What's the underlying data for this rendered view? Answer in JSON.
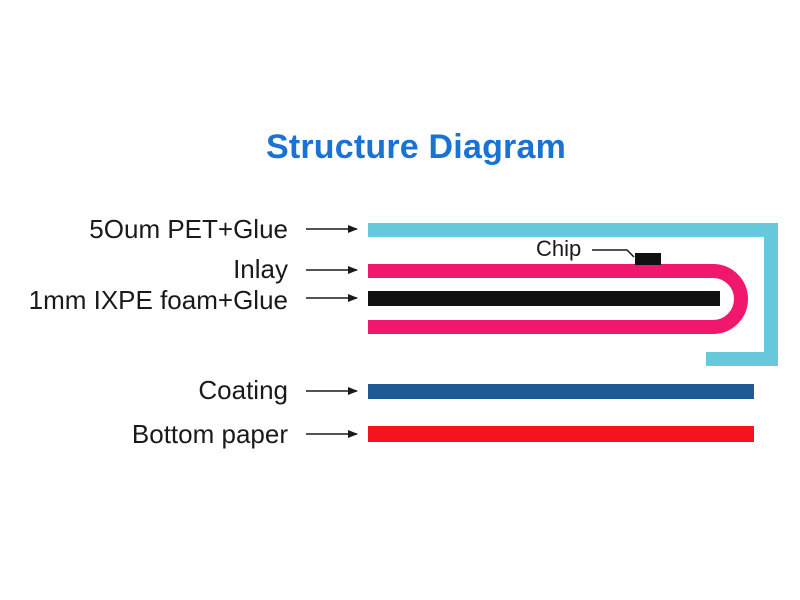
{
  "title": "Structure Diagram",
  "layers": {
    "pet": {
      "label": "5Oum PET+Glue",
      "color": "#66c9dc"
    },
    "inlay": {
      "label": "Inlay",
      "color": "#f0176d"
    },
    "foam": {
      "label": "1mm IXPE foam+Glue",
      "color": "#111111"
    },
    "coating": {
      "label": "Coating",
      "color": "#1d5a96"
    },
    "bottom_paper": {
      "label": "Bottom paper",
      "color": "#f5141e"
    }
  },
  "chip": {
    "label": "Chip",
    "color": "#111111"
  }
}
